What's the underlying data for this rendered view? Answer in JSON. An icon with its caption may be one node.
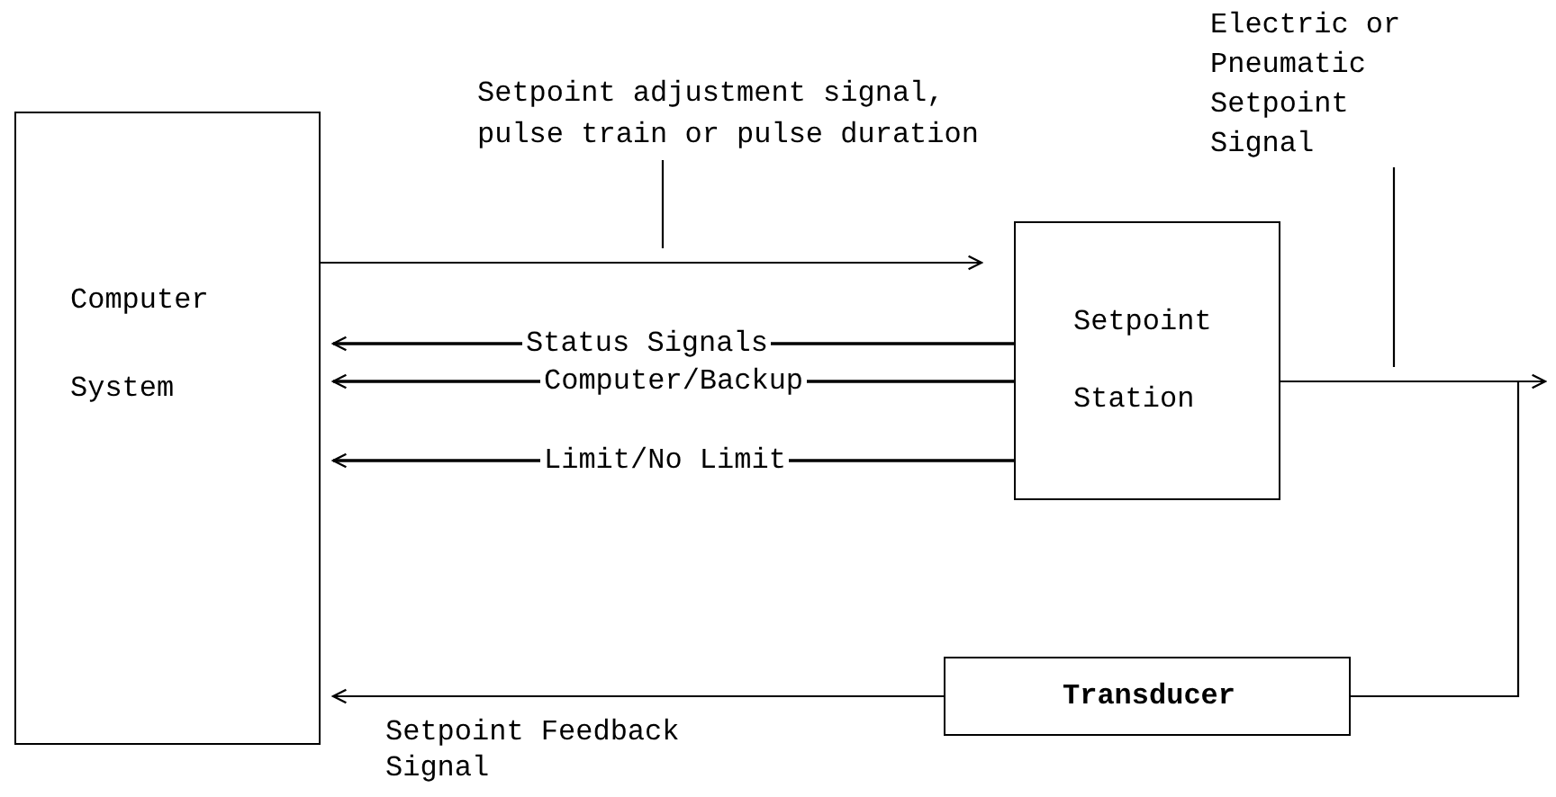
{
  "diagram": {
    "nodes": [
      {
        "text": [
          "Computer System"
        ]
      },
      {
        "text": [
          "Setpoint Station"
        ]
      },
      {
        "text": [
          "Transducer"
        ]
      },
      {
        "text": [
          "Setpoint adjustment signal, pulse train or pulse duration"
        ]
      },
      {
        "text": [
          "Electric or Pneumatic Setpoint Signal"
        ]
      }
    ],
    "edges": [
      {
        "from": 0,
        "to": 1,
        "arrow": "to"
      },
      {
        "from": 1,
        "to": 0,
        "arrow": "to",
        "label": "Status Signals"
      },
      {
        "from": 1,
        "to": 0,
        "arrow": "to",
        "label": "Computer/Backup"
      },
      {
        "from": 1,
        "to": 0,
        "arrow": "to",
        "label": "Limit/No Limit"
      },
      {
        "from": 1,
        "to": null,
        "arrow": "to"
      },
      {
        "from": 1,
        "to": 2,
        "arrow": "none"
      },
      {
        "from": 2,
        "to": 0,
        "arrow": "to",
        "label": "Setpoint Feedback Signal"
      },
      {
        "from": 3,
        "to": null,
        "arrow": "none"
      },
      {
        "from": 4,
        "to": null,
        "arrow": "none"
      }
    ]
  }
}
